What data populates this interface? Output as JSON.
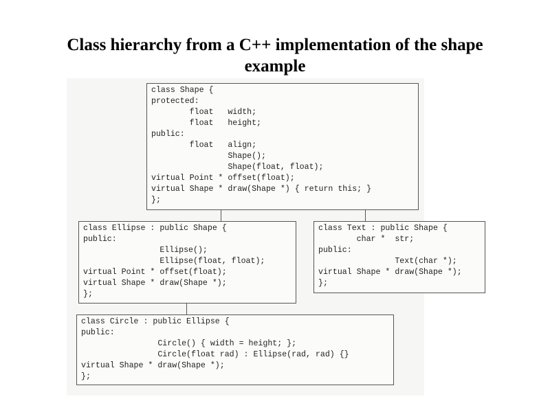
{
  "title": {
    "line1": "Class hierarchy from a C++ implementation of the shape",
    "line2": "example"
  },
  "classes": {
    "shape": [
      "class Shape {",
      "protected:",
      "        float   width;",
      "        float   height;",
      "public:",
      "        float   align;",
      "                Shape();",
      "                Shape(float, float);",
      "virtual Point * offset(float);",
      "virtual Shape * draw(Shape *) { return this; }",
      "};"
    ],
    "ellipse": [
      "class Ellipse : public Shape {",
      "public:",
      "                Ellipse();",
      "                Ellipse(float, float);",
      "virtual Point * offset(float);",
      "virtual Shape * draw(Shape *);",
      "};"
    ],
    "text": [
      "class Text : public Shape {",
      "        char *  str;",
      "public:",
      "                Text(char *);",
      "virtual Shape * draw(Shape *);",
      "};"
    ],
    "circle": [
      "class Circle : public Ellipse {",
      "public:",
      "                Circle() { width = height; };",
      "                Circle(float rad) : Ellipse(rad, rad) {}",
      "virtual Shape * draw(Shape *);",
      "};"
    ]
  }
}
